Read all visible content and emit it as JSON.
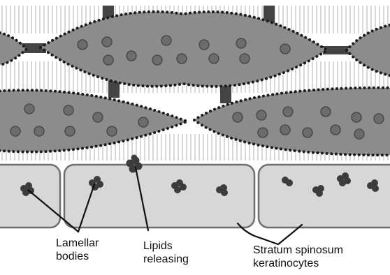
{
  "labels": {
    "lamellar_line1": "Lamellar",
    "lamellar_line2": "bodies",
    "lipids_line1": "Lipids",
    "lipids_line2": "releasing",
    "stratum_line1": "Stratum spinosum",
    "stratum_line2": "keratinocytes"
  },
  "colors": {
    "corneocyte_fill": "#8c8c8c",
    "granule_fill": "#6c6c6c",
    "keratinocyte_fill": "#d7d7d7",
    "keratinocyte_stroke": "#6e6e6e",
    "lipid_dots": "#1c1c1c",
    "lamellar_body": "#3c3c3c",
    "desmosome": "#444444",
    "intercellular_lipid": "#cfcfcf"
  }
}
